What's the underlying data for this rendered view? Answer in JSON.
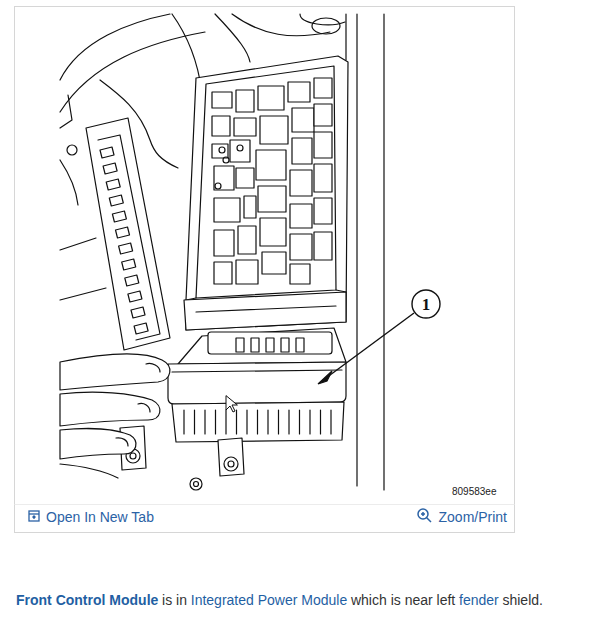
{
  "diagram": {
    "labels": [
      "1",
      "809583ee",
      "Open In New Tab",
      "Zoom/Print",
      "Front Control Module",
      "is in",
      "Integrated Power Module",
      "which is near left",
      "fender",
      "shield."
    ]
  }
}
